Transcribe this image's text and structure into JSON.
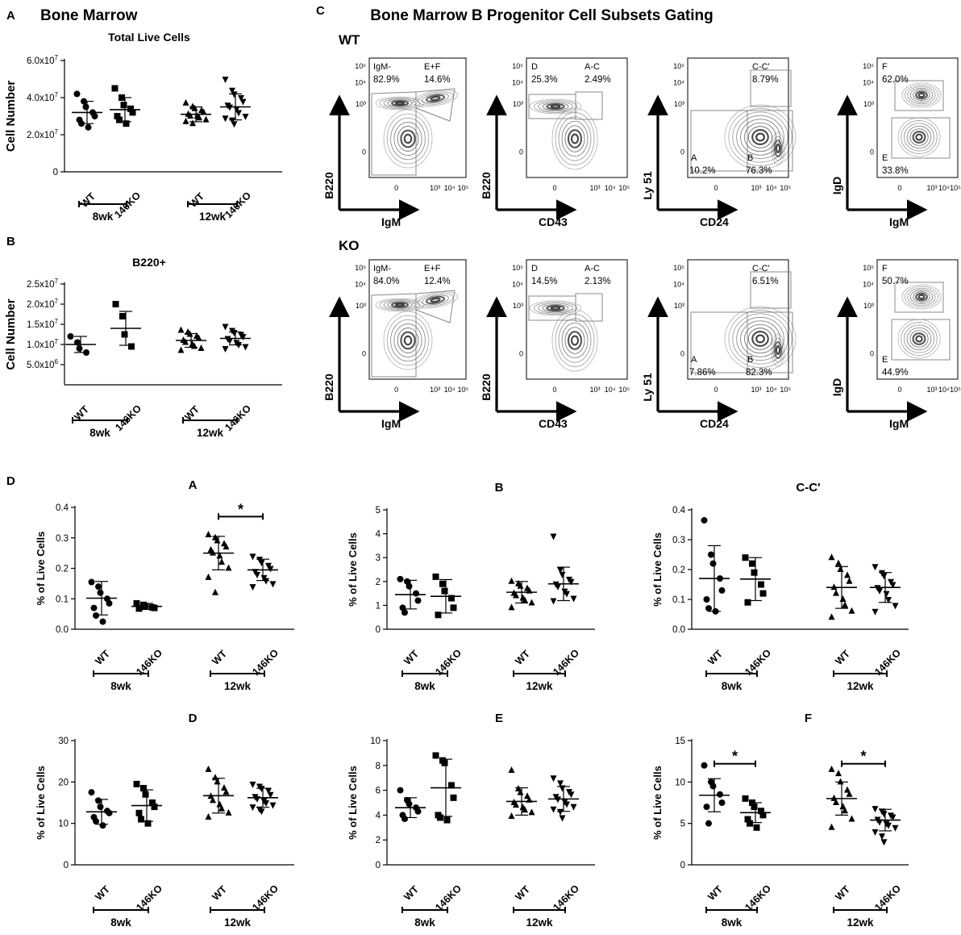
{
  "panel_letters": {
    "a": "A",
    "b": "B",
    "c": "C",
    "d": "D"
  },
  "panel_a": {
    "title": "Bone Marrow",
    "subtitle": "Total Live Cells"
  },
  "panel_b": {
    "subtitle": "B220+"
  },
  "panel_c": {
    "title": "Bone Marrow B Progenitor Cell Subsets Gating",
    "rows": [
      {
        "label": "WT",
        "plots": [
          {
            "y_axis": "B220",
            "x_axis": "IgM",
            "gates": [
              {
                "name": "IgM-",
                "pct": "82.9%"
              },
              {
                "name": "E+F",
                "pct": "14.6%"
              }
            ]
          },
          {
            "y_axis": "B220",
            "x_axis": "CD43",
            "gates": [
              {
                "name": "D",
                "pct": "25.3%"
              },
              {
                "name": "A-C",
                "pct": "2.49%"
              }
            ]
          },
          {
            "y_axis": "Ly 51",
            "x_axis": "CD24",
            "gates": [
              {
                "name": "C-C'",
                "pct": "8.79%"
              },
              {
                "name": "A",
                "pct": "10.2%"
              },
              {
                "name": "B",
                "pct": "76.3%"
              }
            ]
          },
          {
            "y_axis": "IgD",
            "x_axis": "IgM",
            "gates": [
              {
                "name": "F",
                "pct": "62.0%"
              },
              {
                "name": "E",
                "pct": "33.8%"
              }
            ]
          }
        ]
      },
      {
        "label": "KO",
        "plots": [
          {
            "y_axis": "B220",
            "x_axis": "IgM",
            "gates": [
              {
                "name": "IgM-",
                "pct": "84.0%"
              },
              {
                "name": "E+F",
                "pct": "12.4%"
              }
            ]
          },
          {
            "y_axis": "B220",
            "x_axis": "CD43",
            "gates": [
              {
                "name": "D",
                "pct": "14.5%"
              },
              {
                "name": "A-C",
                "pct": "2.13%"
              }
            ]
          },
          {
            "y_axis": "Ly 51",
            "x_axis": "CD24",
            "gates": [
              {
                "name": "C-C'",
                "pct": "6.51%"
              },
              {
                "name": "A",
                "pct": "7.86%"
              },
              {
                "name": "B",
                "pct": "82.3%"
              }
            ]
          },
          {
            "y_axis": "IgD",
            "x_axis": "IgM",
            "gates": [
              {
                "name": "F",
                "pct": "50.7%"
              },
              {
                "name": "E",
                "pct": "44.9%"
              }
            ]
          }
        ]
      }
    ],
    "flow_ticks": {
      "x": [
        "0",
        "10³",
        "10⁴",
        "10⁵"
      ],
      "y": [
        "10⁵",
        "10⁴",
        "10³",
        "0"
      ]
    }
  },
  "chart_data": [
    {
      "id": "A-total-live-cells",
      "type": "scatter",
      "title": "Total Live Cells",
      "ylabel": "Cell Number",
      "ylim": [
        0,
        60000000
      ],
      "yticks": [
        {
          "v": 0,
          "label": "0"
        },
        {
          "v": 20000000,
          "label": "2.0x10^7"
        },
        {
          "v": 40000000,
          "label": "4.0x10^7"
        },
        {
          "v": 60000000,
          "label": "6.0x10^7"
        }
      ],
      "groups": [
        {
          "label": "WT",
          "age": "8wk",
          "marker": "circle",
          "mean": 32000000,
          "sd": 6000000,
          "values": [
            42000000,
            38000000,
            35000000,
            32000000,
            30000000,
            28000000,
            26000000,
            24000000
          ]
        },
        {
          "label": "146KO",
          "age": "8wk",
          "marker": "square",
          "mean": 33500000,
          "sd": 6500000,
          "values": [
            45000000,
            40000000,
            36000000,
            34000000,
            32000000,
            30000000,
            28000000,
            26000000
          ]
        },
        {
          "label": "WT",
          "age": "12wk",
          "marker": "triangle-up",
          "mean": 31000000,
          "sd": 4000000,
          "values": [
            37000000,
            35000000,
            34000000,
            33000000,
            32000000,
            31000000,
            30000000,
            30000000,
            29000000,
            28000000,
            27000000,
            26000000
          ]
        },
        {
          "label": "146KO",
          "age": "12wk",
          "marker": "triangle-down",
          "mean": 35000000,
          "sd": 7000000,
          "values": [
            50000000,
            44000000,
            42000000,
            40000000,
            38000000,
            36000000,
            35000000,
            34000000,
            32000000,
            30000000,
            29000000,
            28000000,
            26000000
          ]
        }
      ],
      "significance": []
    },
    {
      "id": "B-b220",
      "type": "scatter",
      "title": "B220+",
      "ylabel": "Cell Number",
      "ylim": [
        0,
        25000000
      ],
      "yticks": [
        {
          "v": 5000000,
          "label": "5.0x10^6"
        },
        {
          "v": 10000000,
          "label": "1.0x10^7"
        },
        {
          "v": 15000000,
          "label": "1.5x10^7"
        },
        {
          "v": 20000000,
          "label": "2.0x10^7"
        },
        {
          "v": 25000000,
          "label": "2.5x10^7"
        }
      ],
      "groups": [
        {
          "label": "WT",
          "age": "8wk",
          "marker": "circle",
          "mean": 10000000,
          "sd": 2000000,
          "values": [
            12000000,
            10500000,
            9000000,
            8000000
          ]
        },
        {
          "label": "146KO",
          "age": "8wk",
          "marker": "square",
          "mean": 14000000,
          "sd": 4200000,
          "values": [
            20000000,
            17000000,
            12500000,
            9500000
          ]
        },
        {
          "label": "WT",
          "age": "12wk",
          "marker": "triangle-up",
          "mean": 11000000,
          "sd": 1700000,
          "values": [
            13500000,
            13000000,
            12500000,
            12000000,
            11500000,
            11000000,
            10500000,
            10000000,
            9500000,
            9000000,
            8500000
          ]
        },
        {
          "label": "146KO",
          "age": "12wk",
          "marker": "triangle-down",
          "mean": 11500000,
          "sd": 1600000,
          "values": [
            14500000,
            13500000,
            13000000,
            12500000,
            12000000,
            11500000,
            11000000,
            10500000,
            10000000,
            9500000,
            9000000
          ]
        }
      ],
      "significance": []
    },
    {
      "id": "D-A",
      "type": "scatter",
      "title": "A",
      "ylabel": "% of Live Cells",
      "ylim": [
        0,
        0.4
      ],
      "yticks": [
        {
          "v": 0,
          "label": "0.0"
        },
        {
          "v": 0.1,
          "label": "0.1"
        },
        {
          "v": 0.2,
          "label": "0.2"
        },
        {
          "v": 0.3,
          "label": "0.3"
        },
        {
          "v": 0.4,
          "label": "0.4"
        }
      ],
      "groups": [
        {
          "label": "WT",
          "age": "8wk",
          "marker": "circle",
          "mean": 0.102,
          "sd": 0.055,
          "values": [
            0.155,
            0.14,
            0.12,
            0.1,
            0.085,
            0.07,
            0.045,
            0.025
          ]
        },
        {
          "label": "146KO",
          "age": "8wk",
          "marker": "square",
          "mean": 0.075,
          "sd": 0.01,
          "values": [
            0.085,
            0.08,
            0.075,
            0.072,
            0.07,
            0.068
          ]
        },
        {
          "label": "WT",
          "age": "12wk",
          "marker": "triangle-up",
          "mean": 0.25,
          "sd": 0.055,
          "values": [
            0.31,
            0.3,
            0.29,
            0.28,
            0.27,
            0.26,
            0.25,
            0.24,
            0.22,
            0.2,
            0.17,
            0.12
          ]
        },
        {
          "label": "146KO",
          "age": "12wk",
          "marker": "triangle-down",
          "mean": 0.195,
          "sd": 0.035,
          "values": [
            0.24,
            0.23,
            0.22,
            0.21,
            0.2,
            0.19,
            0.18,
            0.17,
            0.16,
            0.15,
            0.14
          ]
        }
      ],
      "significance": [
        {
          "from": 2,
          "to": 3,
          "label": "*",
          "y": 0.37
        }
      ]
    },
    {
      "id": "D-B",
      "type": "scatter",
      "title": "B",
      "ylabel": "% of Live Cells",
      "ylim": [
        0,
        5
      ],
      "yticks": [
        {
          "v": 0,
          "label": "0"
        },
        {
          "v": 1,
          "label": "1"
        },
        {
          "v": 2,
          "label": "2"
        },
        {
          "v": 3,
          "label": "3"
        },
        {
          "v": 4,
          "label": "4"
        },
        {
          "v": 5,
          "label": "5"
        }
      ],
      "groups": [
        {
          "label": "WT",
          "age": "8wk",
          "marker": "circle",
          "mean": 1.45,
          "sd": 0.6,
          "values": [
            2.1,
            2.0,
            1.8,
            1.5,
            1.2,
            0.9,
            0.7
          ]
        },
        {
          "label": "146KO",
          "age": "8wk",
          "marker": "square",
          "mean": 1.38,
          "sd": 0.7,
          "values": [
            2.2,
            1.9,
            1.6,
            1.3,
            0.9,
            0.6
          ]
        },
        {
          "label": "WT",
          "age": "12wk",
          "marker": "triangle-up",
          "mean": 1.55,
          "sd": 0.45,
          "values": [
            2.0,
            1.9,
            1.8,
            1.7,
            1.6,
            1.5,
            1.4,
            1.3,
            1.2,
            1.1,
            0.9
          ]
        },
        {
          "label": "146KO",
          "age": "12wk",
          "marker": "triangle-down",
          "mean": 1.9,
          "sd": 0.7,
          "values": [
            3.9,
            2.5,
            2.3,
            2.1,
            2.0,
            1.9,
            1.8,
            1.6,
            1.5,
            1.3,
            1.2
          ]
        }
      ],
      "significance": []
    },
    {
      "id": "D-C-C",
      "type": "scatter",
      "title": "C-C'",
      "ylabel": "% of Live Cells",
      "ylim": [
        0,
        0.4
      ],
      "yticks": [
        {
          "v": 0,
          "label": "0.0"
        },
        {
          "v": 0.1,
          "label": "0.1"
        },
        {
          "v": 0.2,
          "label": "0.2"
        },
        {
          "v": 0.3,
          "label": "0.3"
        },
        {
          "v": 0.4,
          "label": "0.4"
        }
      ],
      "groups": [
        {
          "label": "WT",
          "age": "8wk",
          "marker": "circle",
          "mean": 0.17,
          "sd": 0.11,
          "values": [
            0.365,
            0.25,
            0.22,
            0.17,
            0.13,
            0.1,
            0.07,
            0.06
          ]
        },
        {
          "label": "146KO",
          "age": "8wk",
          "marker": "square",
          "mean": 0.168,
          "sd": 0.072,
          "values": [
            0.24,
            0.22,
            0.19,
            0.15,
            0.12,
            0.09
          ]
        },
        {
          "label": "WT",
          "age": "12wk",
          "marker": "triangle-up",
          "mean": 0.14,
          "sd": 0.07,
          "values": [
            0.24,
            0.22,
            0.2,
            0.18,
            0.16,
            0.14,
            0.12,
            0.1,
            0.08,
            0.06,
            0.04
          ]
        },
        {
          "label": "146KO",
          "age": "12wk",
          "marker": "triangle-down",
          "mean": 0.14,
          "sd": 0.05,
          "values": [
            0.21,
            0.19,
            0.18,
            0.16,
            0.15,
            0.14,
            0.13,
            0.12,
            0.1,
            0.08,
            0.06
          ]
        }
      ],
      "significance": []
    },
    {
      "id": "D-D",
      "type": "scatter",
      "title": "D",
      "ylabel": "% of Live Cells",
      "ylim": [
        0,
        30
      ],
      "yticks": [
        {
          "v": 0,
          "label": "0"
        },
        {
          "v": 10,
          "label": "10"
        },
        {
          "v": 20,
          "label": "20"
        },
        {
          "v": 30,
          "label": "30"
        }
      ],
      "groups": [
        {
          "label": "WT",
          "age": "8wk",
          "marker": "circle",
          "mean": 12.8,
          "sd": 3.0,
          "values": [
            17.5,
            15.5,
            14.0,
            13.0,
            12.5,
            11.5,
            10.5,
            9.5
          ]
        },
        {
          "label": "146KO",
          "age": "8wk",
          "marker": "square",
          "mean": 14.3,
          "sd": 3.8,
          "values": [
            19.5,
            18.5,
            17.0,
            15.0,
            14.0,
            12.5,
            11.0,
            10.0
          ]
        },
        {
          "label": "WT",
          "age": "12wk",
          "marker": "triangle-up",
          "mean": 16.7,
          "sd": 4.2,
          "values": [
            23.0,
            21.0,
            20.0,
            18.5,
            17.5,
            16.5,
            15.5,
            14.5,
            13.5,
            12.5,
            11.5
          ]
        },
        {
          "label": "146KO",
          "age": "12wk",
          "marker": "triangle-down",
          "mean": 16.2,
          "sd": 2.3,
          "values": [
            19.5,
            19.0,
            18.5,
            18.0,
            17.0,
            16.5,
            16.0,
            15.5,
            15.0,
            14.5,
            14.0,
            13.5,
            13.0
          ]
        }
      ],
      "significance": []
    },
    {
      "id": "D-E",
      "type": "scatter",
      "title": "E",
      "ylabel": "% of Live Cells",
      "ylim": [
        0,
        10
      ],
      "yticks": [
        {
          "v": 0,
          "label": "0"
        },
        {
          "v": 2,
          "label": "2"
        },
        {
          "v": 4,
          "label": "4"
        },
        {
          "v": 6,
          "label": "6"
        },
        {
          "v": 8,
          "label": "8"
        },
        {
          "v": 10,
          "label": "10"
        }
      ],
      "groups": [
        {
          "label": "WT",
          "age": "8wk",
          "marker": "circle",
          "mean": 4.6,
          "sd": 0.8,
          "values": [
            6.0,
            5.2,
            4.9,
            4.6,
            4.3,
            4.0,
            3.7
          ]
        },
        {
          "label": "146KO",
          "age": "8wk",
          "marker": "square",
          "mean": 6.2,
          "sd": 2.3,
          "values": [
            8.8,
            8.4,
            8.2,
            6.4,
            5.4,
            4.0,
            3.8,
            3.6
          ]
        },
        {
          "label": "WT",
          "age": "12wk",
          "marker": "triangle-up",
          "mean": 5.1,
          "sd": 1.1,
          "values": [
            7.6,
            6.1,
            5.8,
            5.5,
            5.2,
            5.0,
            4.8,
            4.6,
            4.4,
            4.2,
            3.9
          ]
        },
        {
          "label": "146KO",
          "age": "12wk",
          "marker": "triangle-down",
          "mean": 5.3,
          "sd": 1.0,
          "values": [
            7.0,
            6.6,
            6.2,
            5.9,
            5.7,
            5.5,
            5.3,
            5.1,
            4.9,
            4.7,
            4.5,
            4.3,
            3.8
          ]
        }
      ],
      "significance": []
    },
    {
      "id": "D-F",
      "type": "scatter",
      "title": "F",
      "ylabel": "% of Live Cells",
      "ylim": [
        0,
        15
      ],
      "yticks": [
        {
          "v": 0,
          "label": "0"
        },
        {
          "v": 5,
          "label": "5"
        },
        {
          "v": 10,
          "label": "10"
        },
        {
          "v": 15,
          "label": "15"
        }
      ],
      "groups": [
        {
          "label": "WT",
          "age": "8wk",
          "marker": "circle",
          "mean": 8.4,
          "sd": 2.0,
          "values": [
            12.0,
            10.0,
            9.5,
            8.5,
            7.5,
            7.0,
            5.0
          ]
        },
        {
          "label": "146KO",
          "age": "8wk",
          "marker": "square",
          "mean": 6.3,
          "sd": 1.2,
          "values": [
            8.0,
            7.5,
            7.0,
            6.5,
            6.0,
            5.5,
            5.0,
            4.5
          ]
        },
        {
          "label": "WT",
          "age": "12wk",
          "marker": "triangle-up",
          "mean": 8.0,
          "sd": 2.0,
          "values": [
            11.5,
            11.0,
            10.0,
            9.0,
            8.5,
            8.0,
            7.5,
            7.0,
            6.5,
            5.5,
            4.5
          ]
        },
        {
          "label": "146KO",
          "age": "12wk",
          "marker": "triangle-down",
          "mean": 5.4,
          "sd": 1.3,
          "values": [
            6.8,
            6.5,
            6.2,
            6.0,
            5.8,
            5.5,
            5.2,
            5.0,
            4.8,
            4.5,
            4.0,
            3.5,
            2.8
          ]
        }
      ],
      "significance": [
        {
          "from": 0,
          "to": 1,
          "label": "*",
          "y": 12.2
        },
        {
          "from": 2,
          "to": 3,
          "label": "*",
          "y": 12.2
        }
      ]
    }
  ]
}
